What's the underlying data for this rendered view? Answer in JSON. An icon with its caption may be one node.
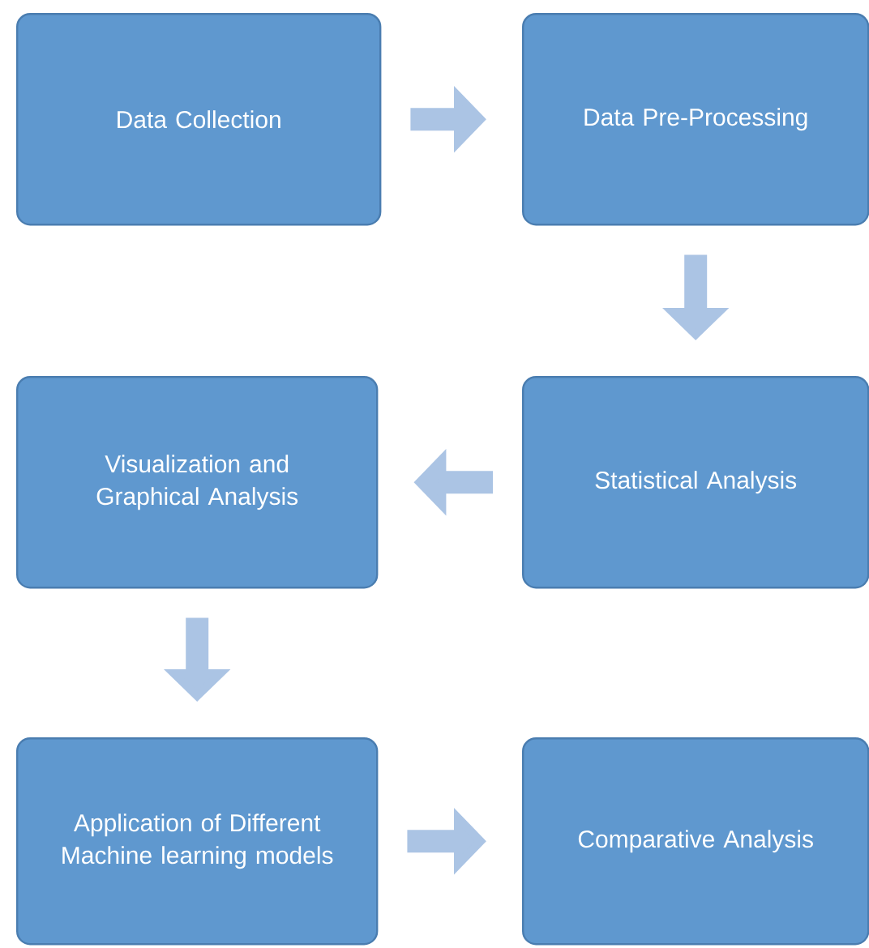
{
  "diagram": {
    "nodes": [
      {
        "text": [
          "Data Collection"
        ]
      },
      {
        "text": [
          "Data Pre-Processing"
        ]
      },
      {
        "text": [
          "Statistical Analysis"
        ]
      },
      {
        "text": [
          "Visualization and Graphical Analysis"
        ]
      },
      {
        "text": [
          "Application of Different Machine learning models"
        ]
      },
      {
        "text": [
          "Comparative Analysis"
        ]
      }
    ],
    "edges": [
      {
        "from": 0,
        "to": 1,
        "arrow": "to"
      },
      {
        "from": 1,
        "to": 2,
        "arrow": "to"
      },
      {
        "from": 2,
        "to": 3,
        "arrow": "to"
      },
      {
        "from": 3,
        "to": 4,
        "arrow": "to"
      },
      {
        "from": 4,
        "to": 5,
        "arrow": "to"
      }
    ]
  }
}
